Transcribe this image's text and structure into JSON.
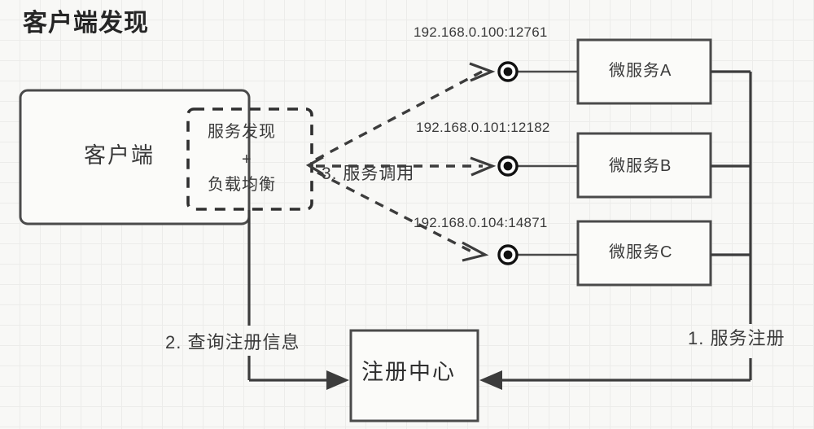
{
  "diagram": {
    "title": "客户端发现",
    "client": {
      "label": "客户端",
      "module": {
        "line1": "服务发现",
        "plus": "+",
        "line2": "负载均衡"
      }
    },
    "services": [
      {
        "name": "微服务A",
        "endpoint": "192.168.0.100:12761"
      },
      {
        "name": "微服务B",
        "endpoint": "192.168.0.101:12182"
      },
      {
        "name": "微服务C",
        "endpoint": "192.168.0.104:14871"
      }
    ],
    "registry": {
      "label": "注册中心"
    },
    "steps": {
      "step1": "1. 服务注册",
      "step2": "2. 查询注册信息",
      "step3": "3. 服务调用"
    },
    "colors": {
      "background": "#f8f8f6",
      "grid": "#ececea",
      "stroke": "#3c3c3c",
      "box_fill": "#fbfbf9",
      "text": "#3a3a3a",
      "title": "#262626"
    }
  }
}
